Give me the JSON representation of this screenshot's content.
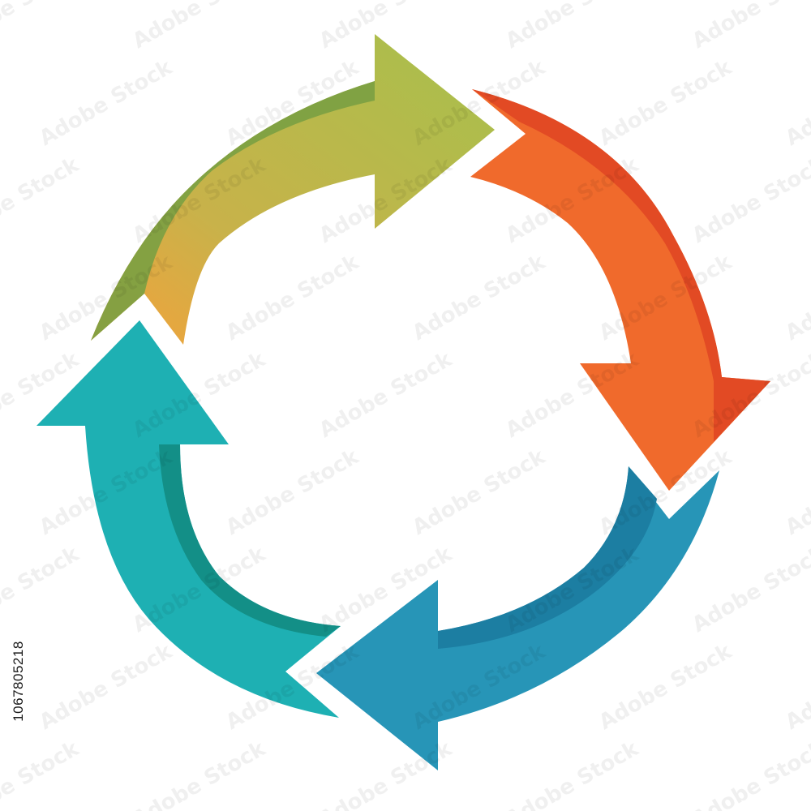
{
  "diagram": {
    "type": "cycle",
    "arrows": [
      {
        "name": "green",
        "colors": {
          "outer": "#7a9a3e",
          "main": "#a9bb4a",
          "tail": "#f0a03a"
        }
      },
      {
        "name": "orange",
        "colors": {
          "outer": "#e24a24",
          "main": "#f06a2c"
        }
      },
      {
        "name": "blue",
        "colors": {
          "outer": "#1c7ea2",
          "main": "#2795b7"
        }
      },
      {
        "name": "teal",
        "colors": {
          "outer": "#138f87",
          "main": "#1eb0b3"
        }
      }
    ]
  },
  "stock_id": "1067805218",
  "watermark_text": "Adobe Stock"
}
